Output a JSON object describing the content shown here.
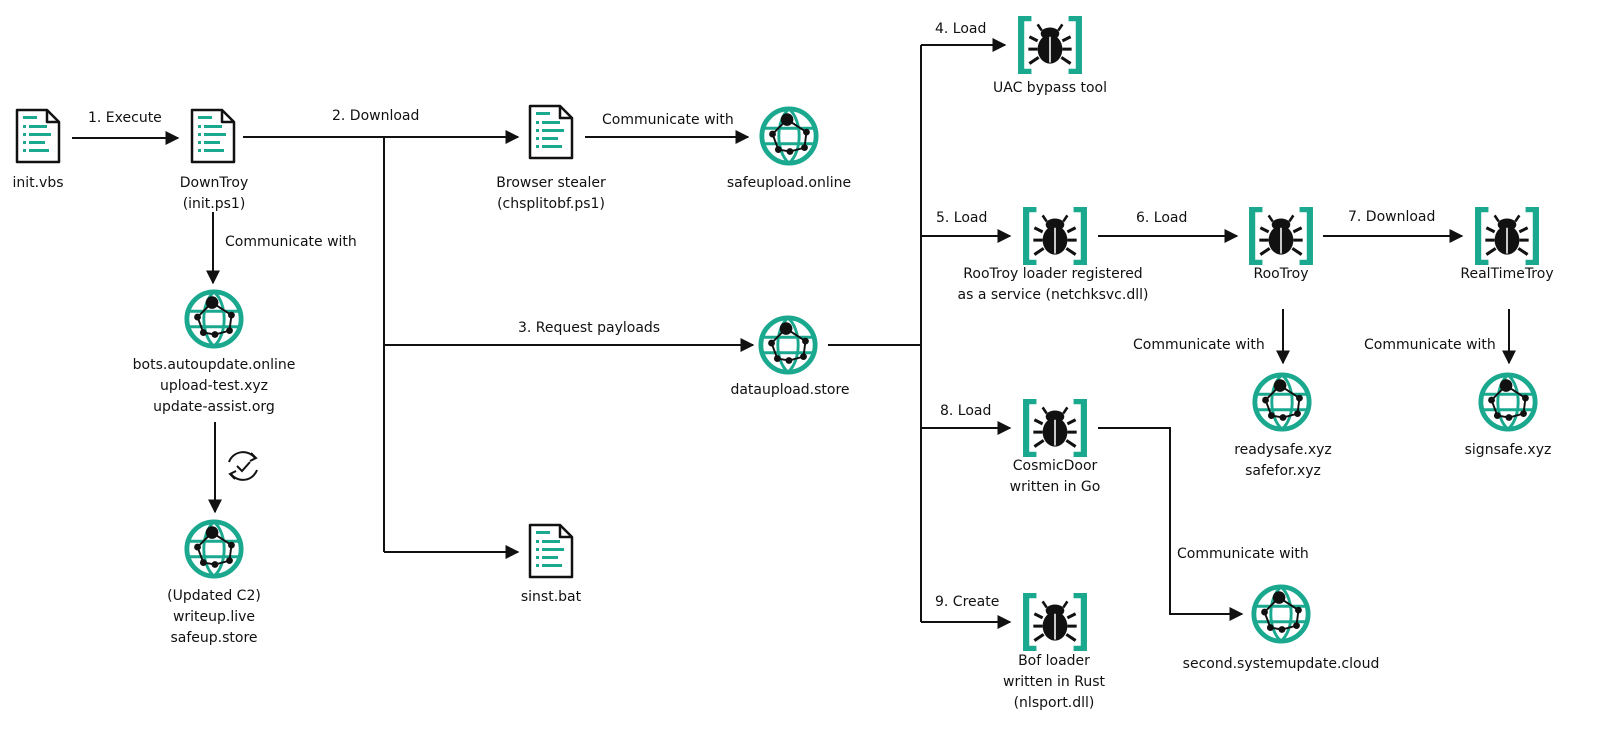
{
  "nodes": {
    "init_vbs": {
      "lines": [
        "init.vbs"
      ],
      "icon": "script-file-icon"
    },
    "downtroy": {
      "lines": [
        "DownTroy",
        "(init.ps1)"
      ],
      "icon": "script-file-icon"
    },
    "browser_stealer": {
      "lines": [
        "Browser stealer",
        "(chsplitobf.ps1)"
      ],
      "icon": "script-file-icon"
    },
    "safeupload": {
      "lines": [
        "safeupload.online"
      ],
      "icon": "globe-network-icon"
    },
    "bots_c2": {
      "lines": [
        "bots.autoupdate.online",
        "upload-test.xyz",
        "update-assist.org"
      ],
      "icon": "globe-network-icon"
    },
    "updated_c2": {
      "lines": [
        "(Updated C2)",
        "writeup.live",
        "safeup.store"
      ],
      "icon": "globe-network-icon"
    },
    "dataupload": {
      "lines": [
        "dataupload.store"
      ],
      "icon": "globe-network-icon"
    },
    "sinst": {
      "lines": [
        "sinst.bat"
      ],
      "icon": "script-file-icon"
    },
    "uac": {
      "lines": [
        "UAC bypass tool"
      ],
      "icon": "malware-bug-icon"
    },
    "rootroy_loader": {
      "lines": [
        "RooTroy loader registered",
        "as a service (netchksvc.dll)"
      ],
      "icon": "malware-bug-icon"
    },
    "rootroy": {
      "lines": [
        "RooTroy"
      ],
      "icon": "malware-bug-icon"
    },
    "realtimetroy": {
      "lines": [
        "RealTimeTroy"
      ],
      "icon": "malware-bug-icon"
    },
    "readysafe": {
      "lines": [
        "readysafe.xyz",
        "safefor.xyz"
      ],
      "icon": "globe-network-icon"
    },
    "signsafe": {
      "lines": [
        "signsafe.xyz"
      ],
      "icon": "globe-network-icon"
    },
    "cosmicdoor": {
      "lines": [
        "CosmicDoor",
        "written in Go"
      ],
      "icon": "malware-bug-icon"
    },
    "second_system": {
      "lines": [
        "second.systemupdate.cloud"
      ],
      "icon": "globe-network-icon"
    },
    "bof_loader": {
      "lines": [
        "Bof loader",
        "written in Rust",
        "(nlsport.dll)"
      ],
      "icon": "malware-bug-icon"
    }
  },
  "edges": {
    "execute": "1. Execute",
    "download": "2. Download",
    "request_payloads": "3. Request payloads",
    "load4": "4. Load",
    "load5": "5. Load",
    "load6": "6. Load",
    "download7": "7. Download",
    "load8": "8. Load",
    "create9": "9. Create",
    "comm_safeupload": "Communicate with",
    "comm_bots": "Communicate with",
    "comm_readysafe": "Communicate with",
    "comm_signsafe": "Communicate with",
    "comm_second": "Communicate with"
  },
  "colors": {
    "accent": "#1aa88f",
    "ink": "#111111"
  }
}
